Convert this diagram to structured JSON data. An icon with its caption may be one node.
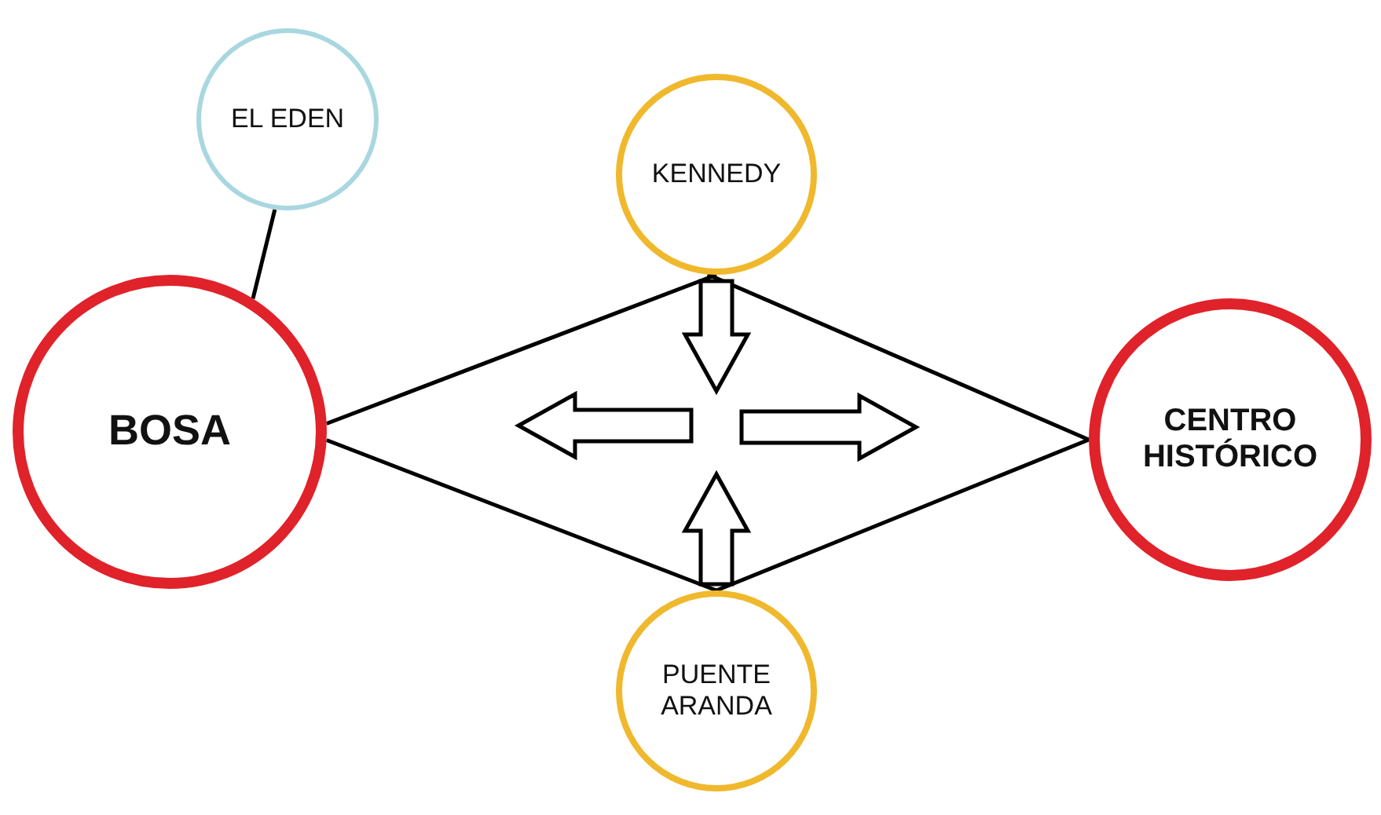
{
  "diagram": {
    "nodes": [
      {
        "text": [
          "EL EDEN"
        ]
      },
      {
        "text": [
          "KENNEDY"
        ]
      },
      {
        "text": [
          "BOSA"
        ]
      },
      {
        "text": [
          "CENTRO HISTÓRICO"
        ]
      },
      {
        "text": [
          "PUENTE ARANDA"
        ]
      }
    ],
    "edges": [
      {
        "from": 0,
        "to": 2,
        "arrow": "none"
      },
      {
        "from": 2,
        "to": 1,
        "arrow": "none"
      },
      {
        "from": 1,
        "to": 3,
        "arrow": "none"
      },
      {
        "from": 3,
        "to": 4,
        "arrow": "none"
      },
      {
        "from": 4,
        "to": 2,
        "arrow": "none"
      },
      {
        "from": 1,
        "to": null,
        "arrow": "to",
        "style": "thick"
      },
      {
        "from": 4,
        "to": null,
        "arrow": "to",
        "style": "thick"
      }
    ]
  }
}
